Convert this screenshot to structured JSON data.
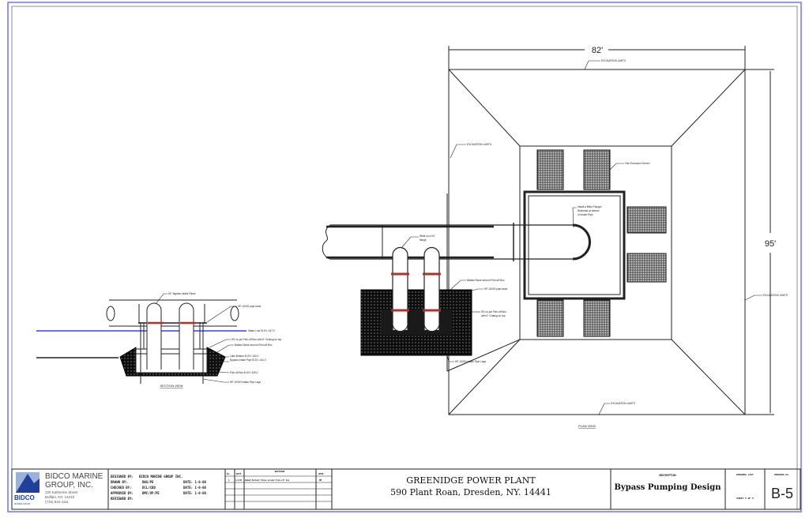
{
  "drawing": {
    "dimensions": {
      "width": "82'",
      "height": "95'"
    },
    "plan_view": {
      "title": "PLAN VIEW",
      "labels": {
        "excavation_top": "EXCAVATION LIMITS",
        "excavation_left": "EXCAVATION LIMITS",
        "excavation_right": "EXCAVATION LIMITS",
        "excavation_bottom": "EXCAVATION LIMITS",
        "fish_screen": "Fish Exclusion Screen",
        "install_flange": "Install a Blind Flange/",
        "install_flange2": "Bulkhead at bottom",
        "install_flange3": "of Intake Pipe",
        "weld_flange": "Weld on a 54\"",
        "weld_flange2": "flange",
        "ballast": "Ballast Stone around Fish-off Box",
        "pipe_band": "HP-10000 pipe band",
        "fish_box": "SS no-pul Fish-off Box",
        "fish_box2": "with 6\" Grating on top",
        "pipe_legs": "HP-10000 Intake Pipe Legs"
      }
    },
    "section_view": {
      "title": "SECTION VIEW",
      "labels": {
        "bypass_pipes": "54\" Bypass Intake Pipes",
        "pipe_band": "HP-10000 pipe band",
        "water_line": "Water Line ELEV. 447.0",
        "fish_box": "SS no-pul Fish-off Box with 6\" Grating on top",
        "ballast": "Ballast Stone around Fish-off Box",
        "lake_bottom": "Lake Bottom ELEV. 440.0",
        "intake_elev": "Bypass Intake Pipe ELEV. 441.0",
        "fish_box_elev": "Fish-off Box ELEV. 439.0",
        "pipe_legs": "HP-10000 Intake Pipe Legs"
      }
    }
  },
  "title_block": {
    "company": {
      "name_line1": "BIDCO MARINE",
      "name_line2": "GROUP, INC.",
      "address1": "220 Katherine Street",
      "address2": "Buffalo, NY. 14210",
      "phone": "(716) 842-1111",
      "logo_text": "BIDCO",
      "logo_sub": "MARINE GROUP"
    },
    "credits": [
      {
        "label": "DESIGNED BY:",
        "value": "BIDCO MARINE GROUP INC.",
        "date": ""
      },
      {
        "label": "DRAWN BY:",
        "value": "DWS/PE",
        "date": "DATE: 1-8-08"
      },
      {
        "label": "CHECKED BY:",
        "value": "DCL/CBD",
        "date": "DATE: 1-8-08"
      },
      {
        "label": "APPROVED BY:",
        "value": "DMC/VP/PE",
        "date": "DATE: 1-8-08"
      },
      {
        "label": "REVIEWED BY:",
        "value": "",
        "date": ""
      }
    ],
    "revisions": {
      "headers": {
        "no": "No.",
        "date": "DATE",
        "description": "REVISION",
        "approved": "APPR."
      },
      "rows": [
        {
          "no": "1",
          "date": "1-8-08",
          "description": "Added Ballast Stone around fish-off box",
          "approved": "DM"
        }
      ]
    },
    "project": {
      "name": "GREENIDGE POWER PLANT",
      "address": "590 Plant Roan, Dresden, NY. 14441"
    },
    "description": {
      "label": "DESCRIPTION",
      "value": "Bypass Pumping Design"
    },
    "drawing_list": {
      "label": "DRAWING LIST",
      "sheet": "SHEET 5 OF 5"
    },
    "drawing_no": {
      "label": "DRAWING No.",
      "value": "B-5"
    }
  },
  "colors": {
    "frame": "#6b6bff",
    "water_line": "#3b3bff",
    "flange": "#b0302a",
    "logo": "#1f3f9a"
  }
}
